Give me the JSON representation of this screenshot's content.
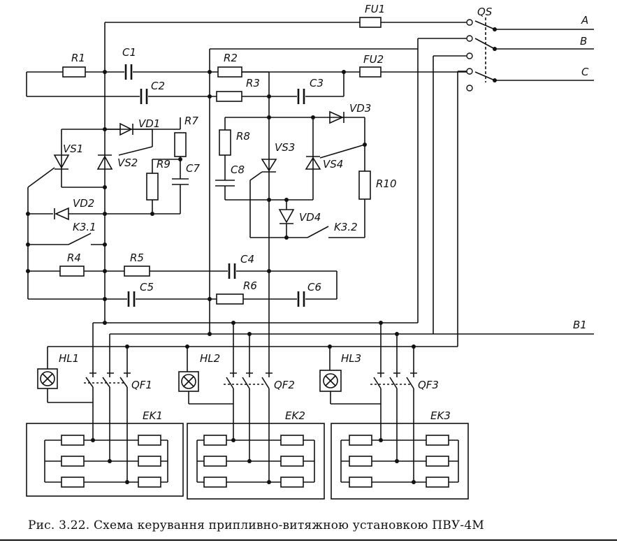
{
  "caption": "Рис. 3.22. Схема керування припливно-витяжною установкою ПВУ-4М",
  "labels": {
    "fu1": "FU1",
    "fu2": "FU2",
    "qs": "QS",
    "phase_a": "A",
    "phase_b": "B",
    "phase_c": "C",
    "b1": "B1",
    "r1": "R1",
    "r2": "R2",
    "r3": "R3",
    "r4": "R4",
    "r5": "R5",
    "r6": "R6",
    "r7": "R7",
    "r8": "R8",
    "r9": "R9",
    "r10": "R10",
    "c1": "C1",
    "c2": "C2",
    "c3": "C3",
    "c4": "C4",
    "c5": "C5",
    "c6": "C6",
    "c7": "C7",
    "c8": "C8",
    "vd1": "VD1",
    "vd2": "VD2",
    "vd3": "VD3",
    "vd4": "VD4",
    "vs1": "VS1",
    "vs2": "VS2",
    "vs3": "VS3",
    "vs4": "VS4",
    "k31": "K3.1",
    "k32": "K3.2",
    "hl1": "HL1",
    "hl2": "HL2",
    "hl3": "HL3",
    "qf1": "QF1",
    "qf2": "QF2",
    "qf3": "QF3",
    "ek1": "EK1",
    "ek2": "EK2",
    "ek3": "EK3"
  }
}
